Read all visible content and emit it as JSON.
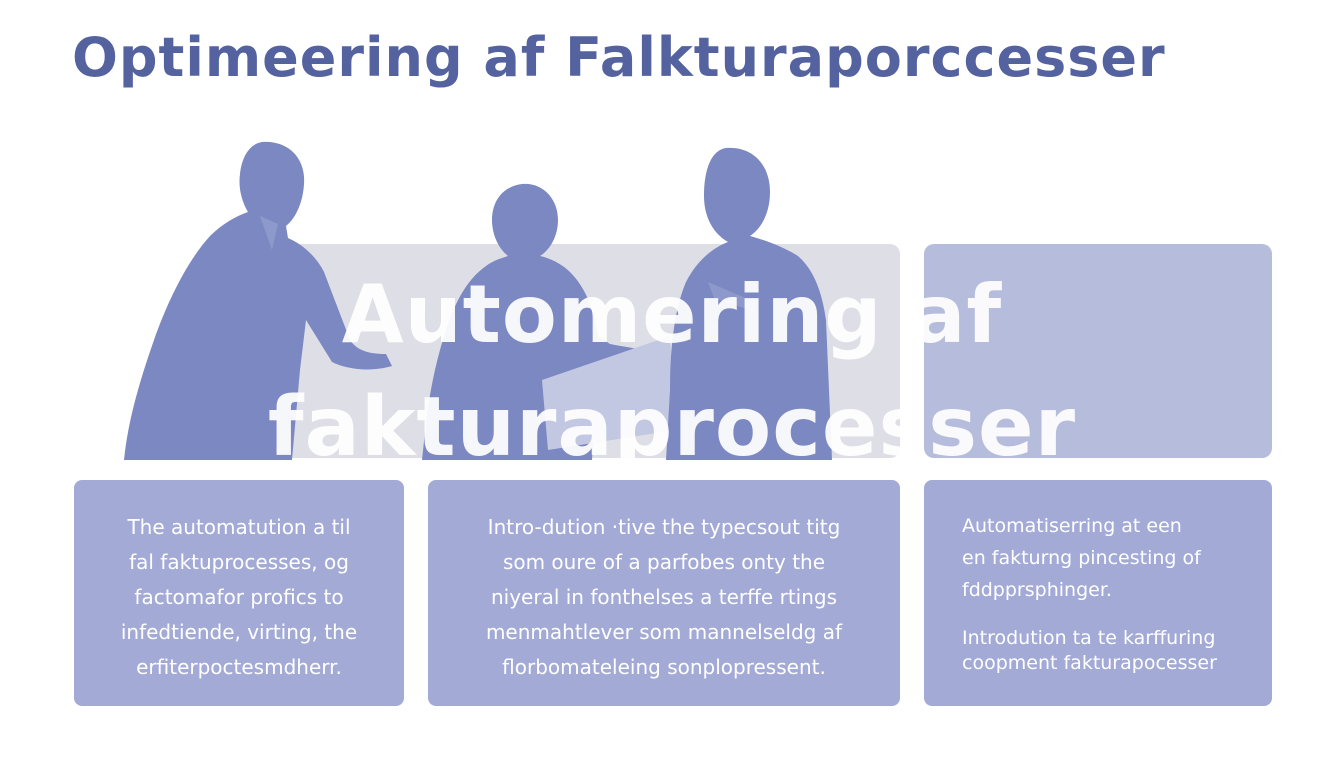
{
  "title": "Optimeering af Falkturaporccesser",
  "hero": {
    "line1": "Automering af",
    "line2": "fakturaprocesser"
  },
  "cards": [
    {
      "lines": [
        "The automatution a til",
        "fal faktuprocesses, og",
        "factomafor profics to",
        "infedtiende, virting, the",
        "erfiterpoctesmdherr."
      ]
    },
    {
      "lines": [
        "Intro-dution ·tive the typecsout titg",
        "som oure of  a parfobes onty the",
        "niyeral in fonthelses a terffe rtings",
        "menmahtlever som mannelseldg af",
        "florbomateleing sonplopressent."
      ]
    },
    {
      "lines": [
        "Automatiserring at een",
        "en fakturng pincesting of",
        "fddpprsphinger."
      ],
      "lines2": [
        "Introdution ta te karffuring",
        "coopment fakturapocesser"
      ]
    }
  ],
  "colors": {
    "title": "#5463a0",
    "silhouette": "#7c88c2",
    "card": "#a3aad6",
    "panel_grey": "#dedfe6",
    "panel_blue": "#b6bcdc"
  }
}
